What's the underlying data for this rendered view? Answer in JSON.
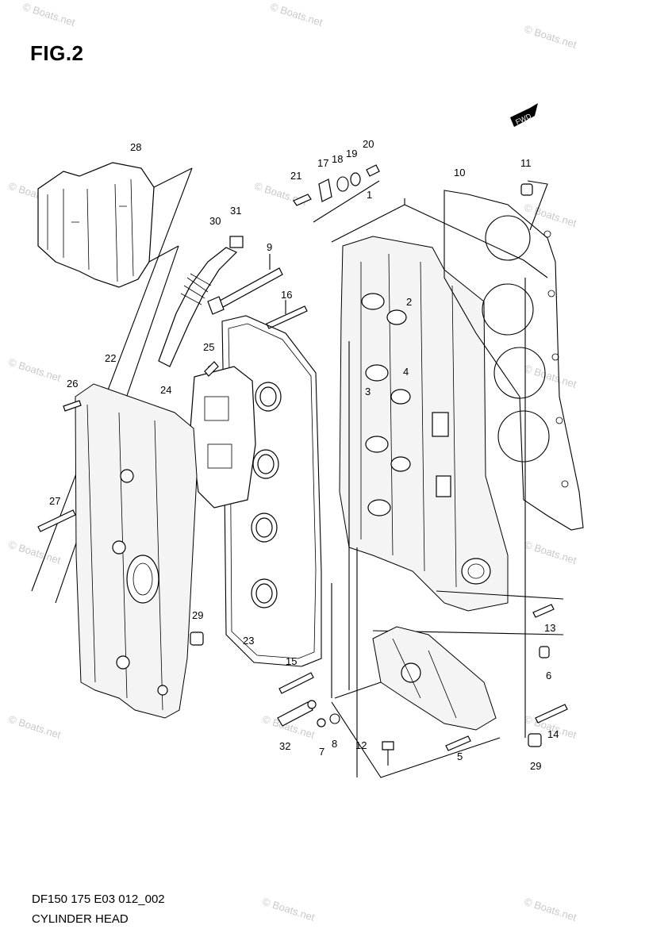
{
  "figure": {
    "title": "FIG.2",
    "footer_code": "DF150 175 E03 012_002",
    "footer_name": "CYLINDER HEAD",
    "fwd_label": "FWD"
  },
  "watermark": "© Boats.net",
  "callouts": [
    "1",
    "2",
    "3",
    "4",
    "5",
    "6",
    "7",
    "8",
    "9",
    "10",
    "11",
    "12",
    "13",
    "14",
    "15",
    "16",
    "17",
    "18",
    "19",
    "20",
    "21",
    "22",
    "23",
    "24",
    "25",
    "26",
    "27",
    "28",
    "29",
    "29",
    "30",
    "31",
    "32"
  ],
  "colors": {
    "line": "#000000",
    "watermark": "#c9c9c9",
    "background": "#ffffff"
  }
}
